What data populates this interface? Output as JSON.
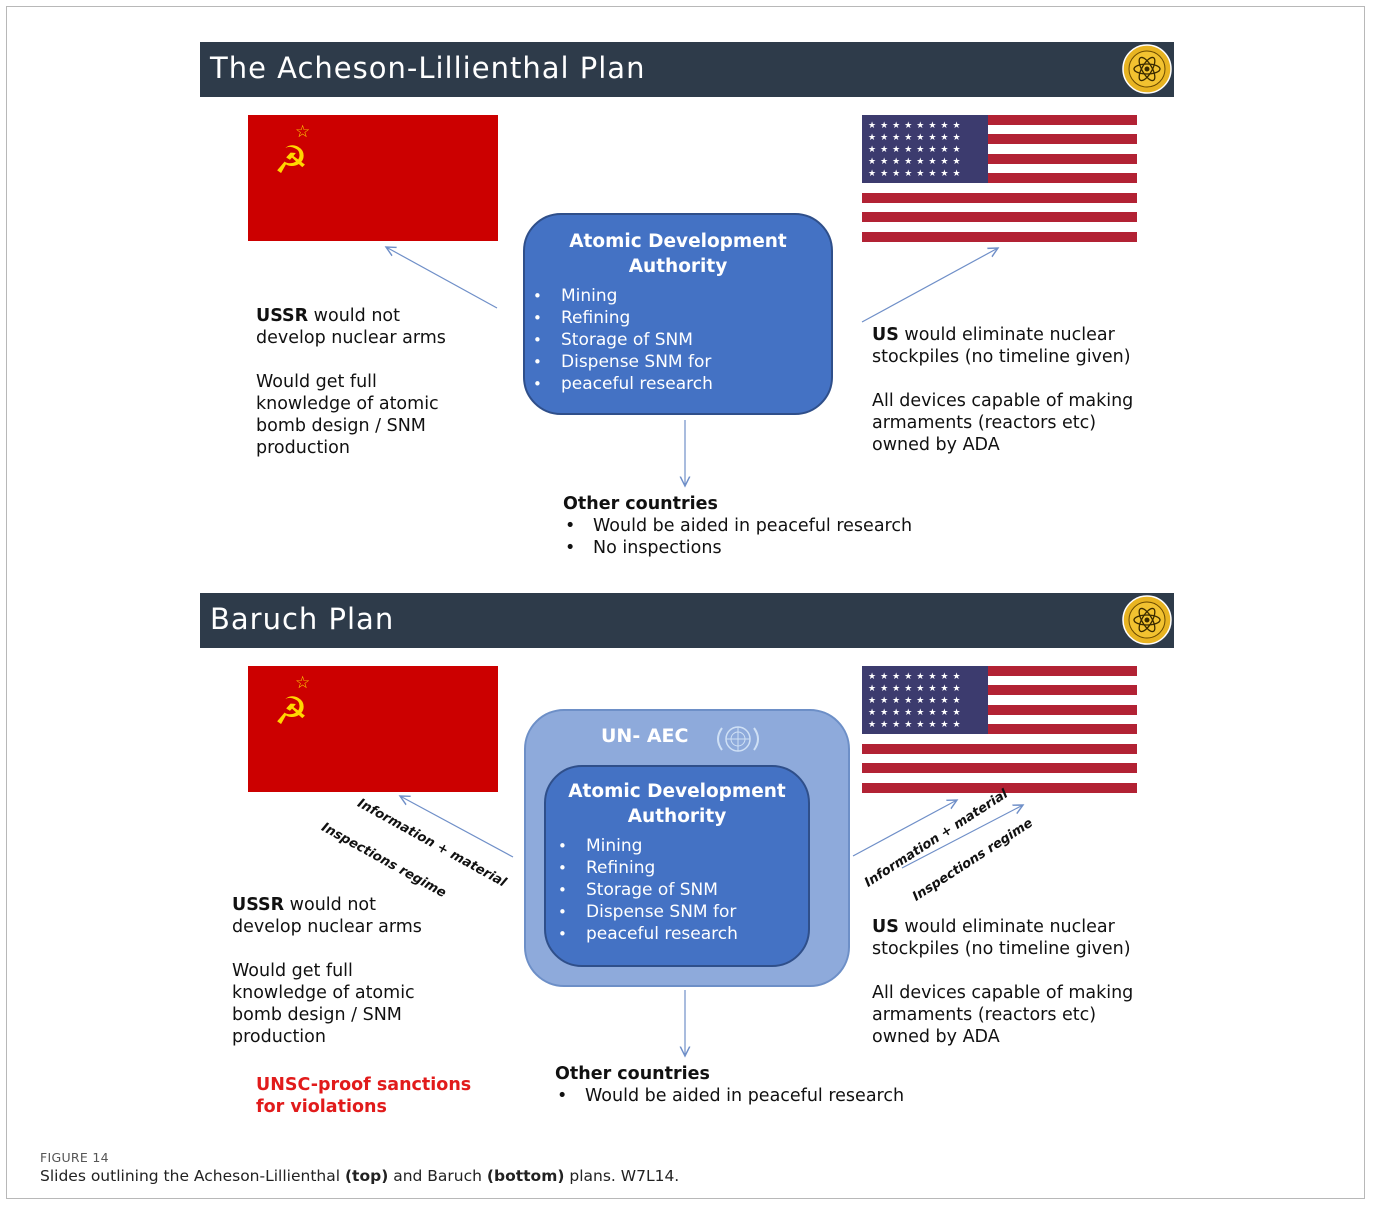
{
  "slide_top": {
    "title": "The Acheson-Lillienthal Plan",
    "ada_box": {
      "heading_line1": "Atomic Development",
      "heading_line2": "Authority",
      "items": [
        "Mining",
        "Refining",
        "Storage of SNM",
        "Dispense SNM for",
        "peaceful research"
      ]
    },
    "ussr_text": {
      "bold": "USSR",
      "line1_rest": " would not",
      "line2": "develop nuclear arms",
      "line3": "Would get full",
      "line4": "knowledge of atomic",
      "line5": "bomb design / SNM",
      "line6": "production"
    },
    "us_text": {
      "bold": "US",
      "line1_rest": " would eliminate nuclear",
      "line2": "stockpiles (no timeline given)",
      "line3": "All devices capable of making",
      "line4": "armaments (reactors etc)",
      "line5": "owned by ADA"
    },
    "other": {
      "heading": "Other countries",
      "items": [
        "Would be aided in peaceful research",
        "No inspections"
      ]
    }
  },
  "slide_bottom": {
    "title": "Baruch Plan",
    "un_label": "UN- AEC",
    "ada_box": {
      "heading_line1": "Atomic Development",
      "heading_line2": "Authority",
      "items": [
        "Mining",
        "Refining",
        "Storage of SNM",
        "Dispense SNM for",
        "peaceful research"
      ]
    },
    "left_arrow_labels": [
      "Information + material",
      "Inspections regime"
    ],
    "right_arrow_labels": [
      "Information + material",
      "Inspections regime"
    ],
    "ussr_text": {
      "bold": "USSR",
      "line1_rest": " would not",
      "line2": "develop nuclear arms",
      "line3": "Would get full",
      "line4": "knowledge of atomic",
      "line5": "bomb design / SNM",
      "line6": "production"
    },
    "sanctions": [
      "UNSC-proof sanctions",
      "for violations"
    ],
    "us_text": {
      "bold": "US",
      "line1_rest": " would eliminate nuclear",
      "line2": "stockpiles (no timeline given)",
      "line3": "All devices capable of making",
      "line4": "armaments (reactors etc)",
      "line5": "owned by ADA"
    },
    "other": {
      "heading": "Other countries",
      "items": [
        "Would be aided in peaceful research"
      ]
    }
  },
  "caption": {
    "label": "FIGURE 14",
    "part1": "Slides outlining the Acheson-Lillienthal ",
    "bold1": "(top)",
    "part2": " and Baruch ",
    "bold2": "(bottom)",
    "part3": " plans. W7L14."
  },
  "colors": {
    "title_bar": "#2e3b4a",
    "ada_box": "#4472c4",
    "un_box": "#8eaadb",
    "soviet_red": "#cc0000",
    "us_red": "#b22234",
    "us_blue": "#3c3b6e",
    "sanctions_red": "#e11b1b",
    "arrow": "#6f8fc8"
  }
}
